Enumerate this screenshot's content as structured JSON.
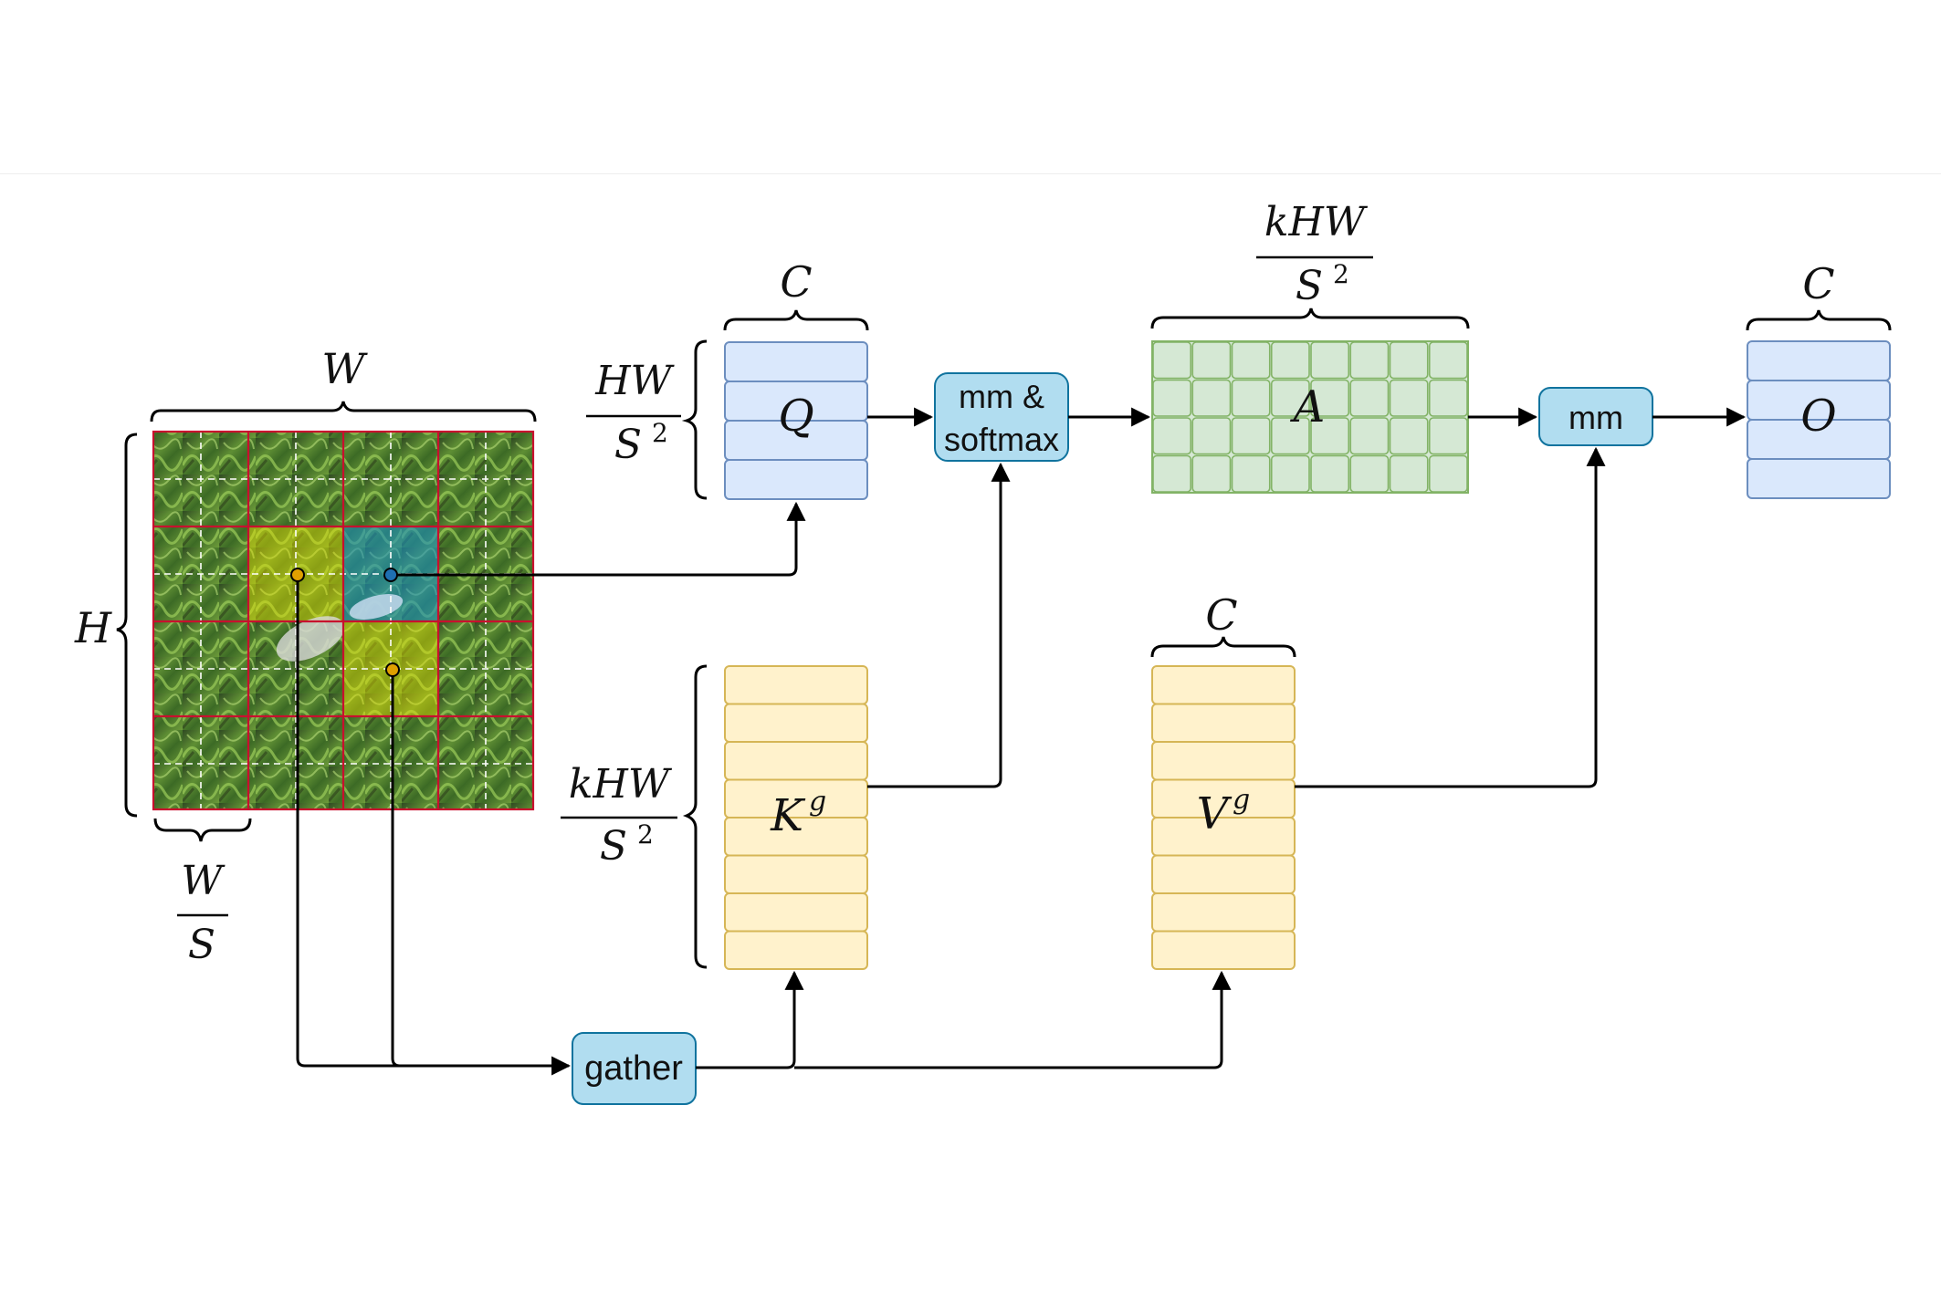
{
  "colors": {
    "query_fill": "#dae8fc",
    "query_stroke": "#6c8ebf",
    "attn_fill": "#d5e8d4",
    "attn_stroke": "#82b366",
    "kv_fill": "#fff2cc",
    "kv_stroke": "#d6b656",
    "op_fill": "#b1ddf0",
    "op_stroke": "#10739e",
    "grid_red": "#c8102e",
    "dot_orange": "#e0a000",
    "dot_blue": "#1f6fb2"
  },
  "image_labels": {
    "width": "W",
    "height": "H",
    "region_width_num": "W",
    "region_width_den": "S"
  },
  "query": {
    "symbol": "Q",
    "width_label": "C",
    "height_num": "HW",
    "height_den": "S",
    "height_den_exp": "2"
  },
  "attention": {
    "symbol": "A",
    "width_num": "kHW",
    "width_den": "S",
    "width_den_exp": "2"
  },
  "output": {
    "symbol": "O",
    "width_label": "C"
  },
  "key": {
    "symbol": "K",
    "superscript": "g",
    "height_num": "kHW",
    "height_den": "S",
    "height_den_exp": "2"
  },
  "value": {
    "symbol": "V",
    "superscript": "g",
    "width_label": "C"
  },
  "ops": {
    "mm_softmax_line1": "mm &",
    "mm_softmax_line2": "softmax",
    "mm": "mm",
    "gather": "gather"
  }
}
